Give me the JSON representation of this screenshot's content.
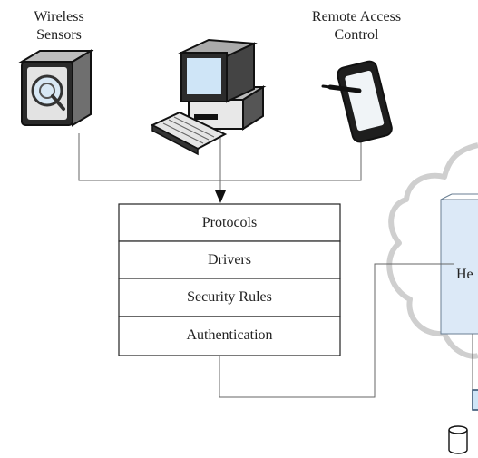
{
  "nodes": {
    "wireless_sensors": {
      "label": "Wireless\nSensors"
    },
    "remote_access": {
      "label": "Remote Access\nControl"
    },
    "workstation": {
      "label": ""
    }
  },
  "stack": {
    "layers": [
      {
        "label": "Protocols"
      },
      {
        "label": "Drivers"
      },
      {
        "label": "Security Rules"
      },
      {
        "label": "Authentication"
      }
    ]
  },
  "cloud": {
    "server_label_partial": "He"
  },
  "colors": {
    "line": "#666666",
    "box_border": "#222222",
    "device_dark": "#1e1e1e",
    "device_face": "#dcdcdc",
    "screen_blue": "#cfe5f7",
    "server_fill": "#dce9f7",
    "cloud_stroke": "#cfcfcf"
  },
  "icons": [
    "camera-sensor-icon",
    "computer-workstation-icon",
    "tablet-stylus-icon",
    "database-icon"
  ]
}
